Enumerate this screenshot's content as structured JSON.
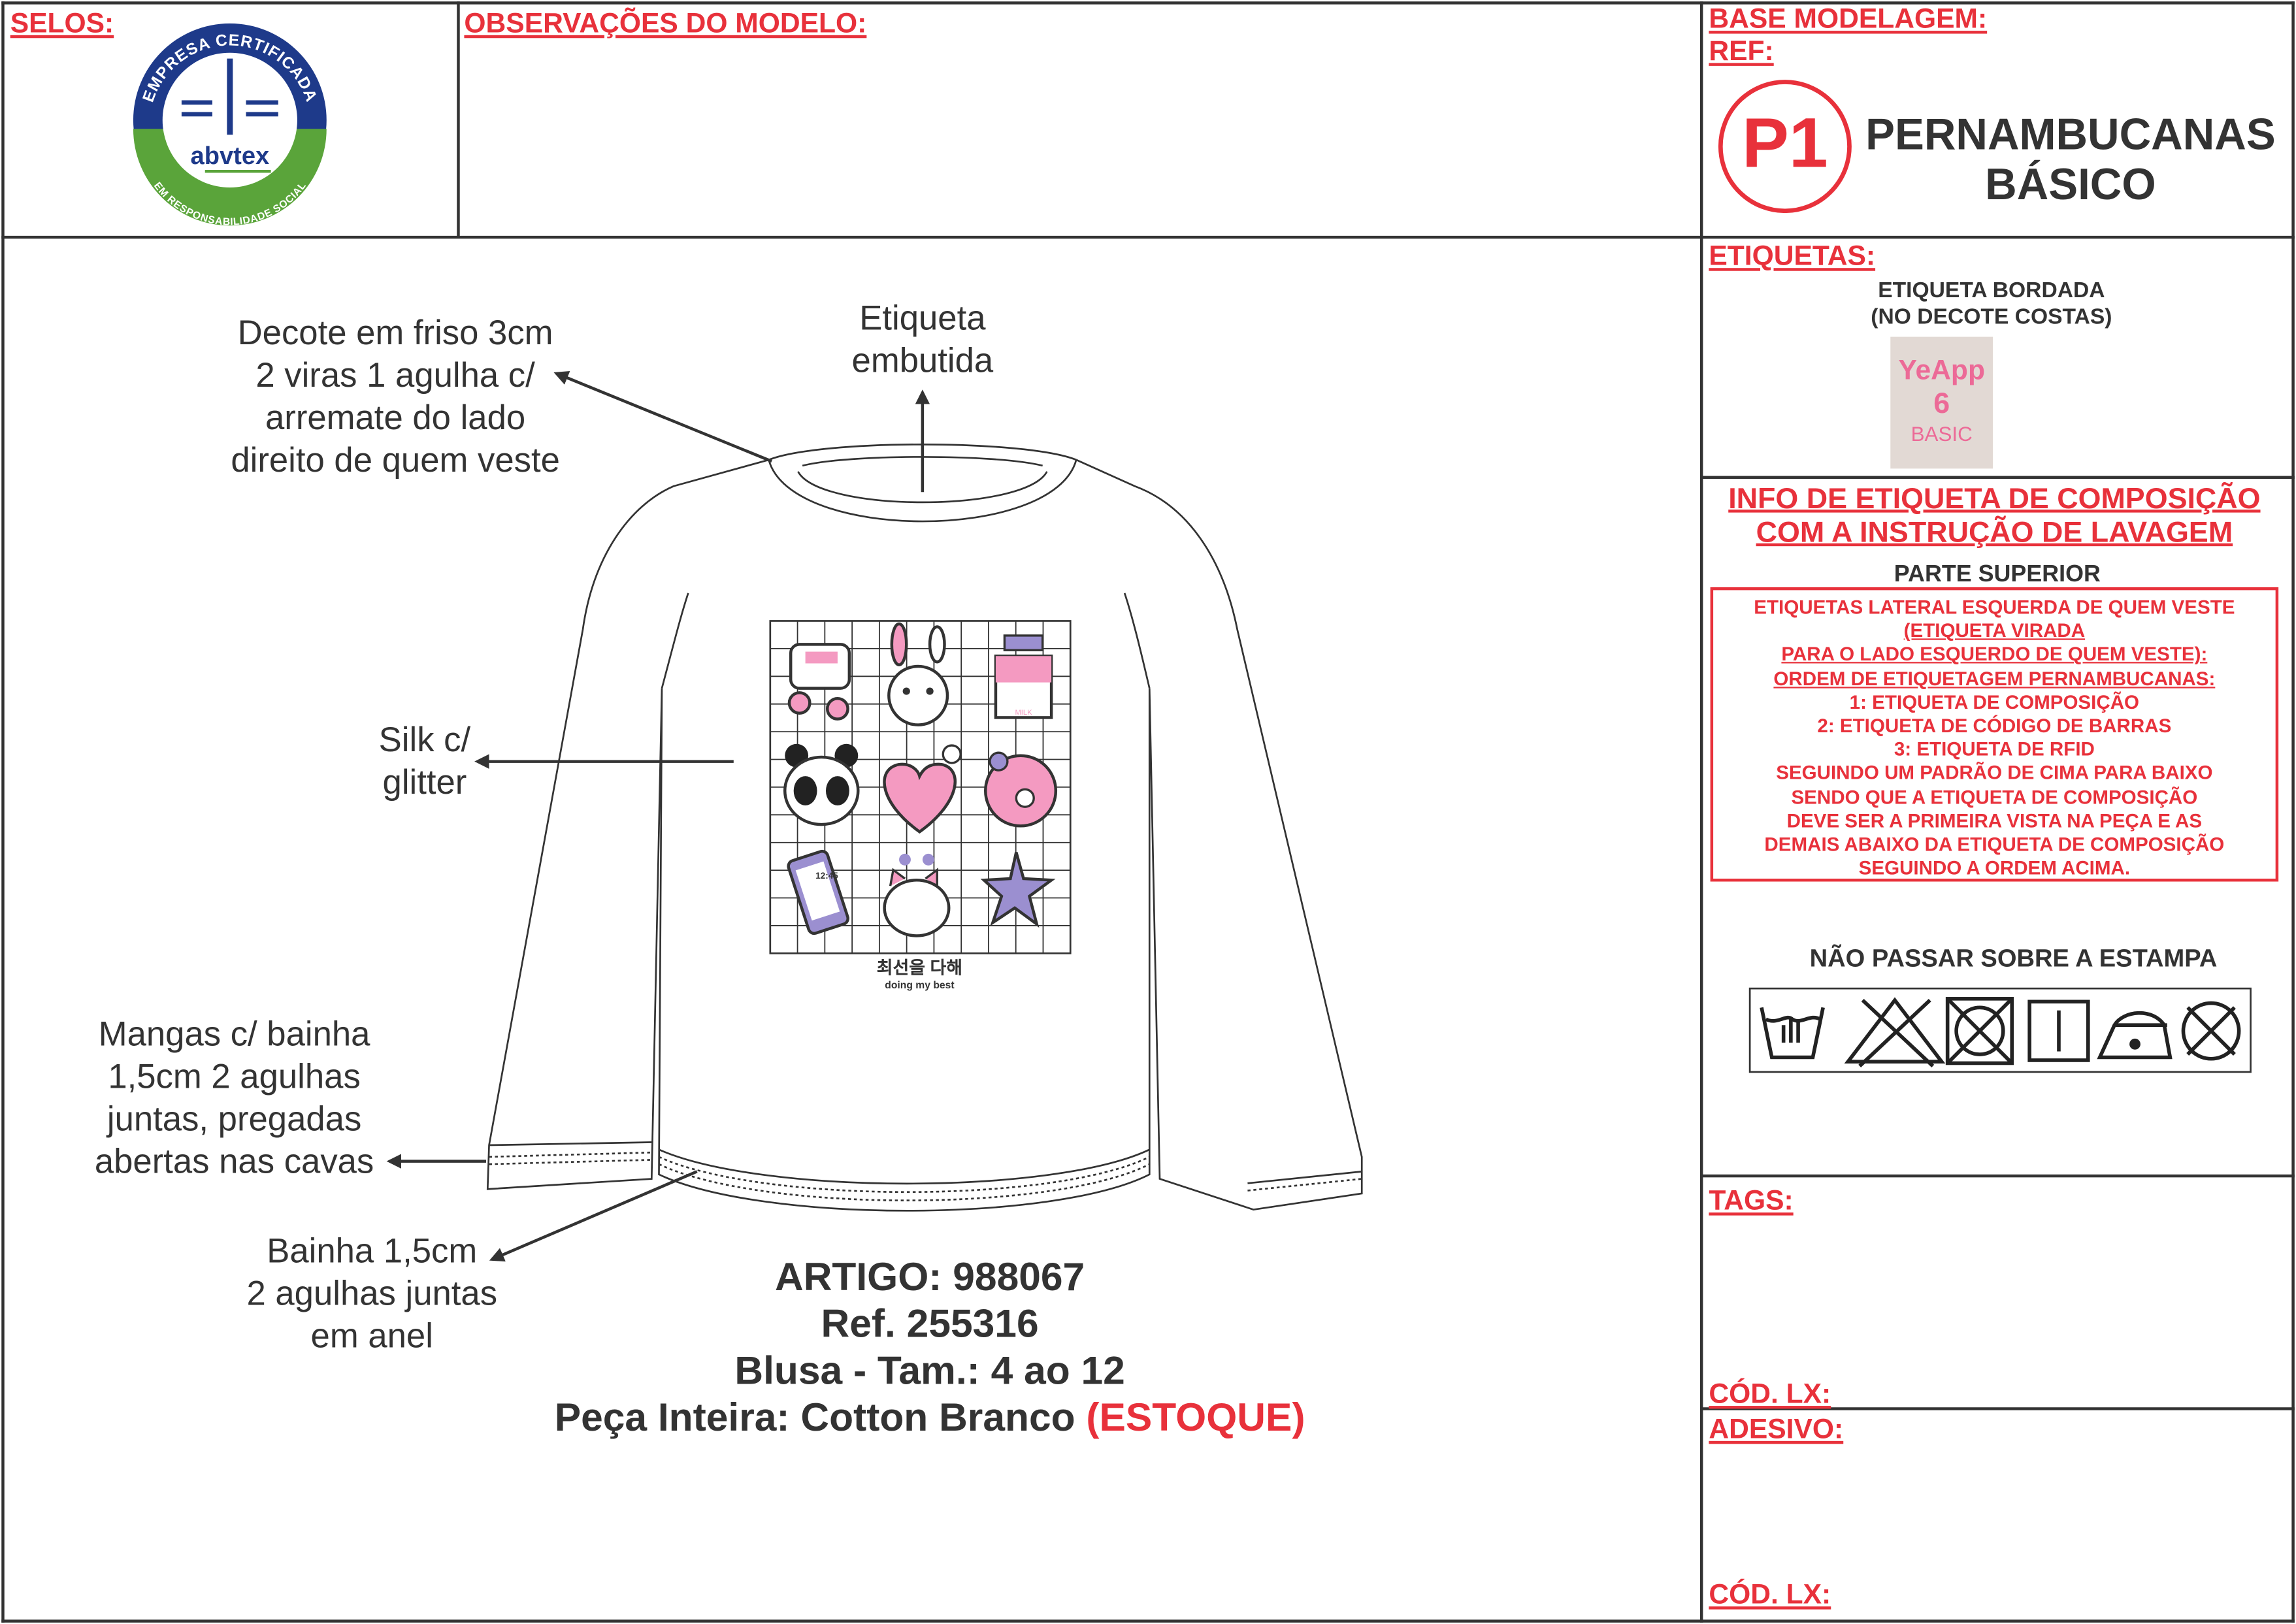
{
  "header": {
    "selos_label": "SELOS:",
    "observacoes_label": "OBSERVAÇÕES DO MODELO:",
    "base_modelagem_label": "BASE MODELAGEM:",
    "ref_label": "REF:",
    "badge": "P1",
    "brand_line1": "PERNAMBUCANAS",
    "brand_line2": "BÁSICO",
    "seal": {
      "top_text": "EMPRESA CERTIFICADA",
      "bottom_text": "EM RESPONSABILIDADE SOCIAL",
      "name": "abvtex"
    }
  },
  "callouts": {
    "decote": [
      "Decote em friso 3cm",
      "2 viras 1 agulha c/",
      "arremate do lado",
      "direito de quem veste"
    ],
    "etiqueta": [
      "Etiqueta",
      "embutida"
    ],
    "silk": [
      "Silk c/",
      "glitter"
    ],
    "mangas": [
      "Mangas c/ bainha",
      "1,5cm 2 agulhas",
      "juntas, pregadas",
      "abertas nas cavas"
    ],
    "bainha": [
      "Bainha 1,5cm",
      "2 agulhas juntas",
      "em anel"
    ]
  },
  "print": {
    "korean": "최선을 다해",
    "english": "doing my best",
    "phone_time": "12:45",
    "milk": "MILK"
  },
  "artigo": {
    "line1": "ARTIGO: 988067",
    "line2": "Ref. 255316",
    "line3": "Blusa - Tam.: 4 ao 12",
    "line4": "Peça Inteira: Cotton Branco ",
    "line4_highlight": "(ESTOQUE)"
  },
  "etiquetas": {
    "label": "ETIQUETAS:",
    "line1": "ETIQUETA BORDADA",
    "line2": "(NO DECOTE COSTAS)",
    "tag": {
      "brand": "YeApp",
      "size": "6",
      "line": "BASIC"
    }
  },
  "info": {
    "title1": "INFO DE ETIQUETA DE COMPOSIÇÃO",
    "title2": "COM A INSTRUÇÃO DE LAVAGEM",
    "subtitle": "PARTE SUPERIOR",
    "box_lines": [
      "ETIQUETAS LATERAL ESQUERDA DE QUEM VESTE",
      "(ETIQUETA VIRADA",
      "PARA O LADO ESQUERDO DE QUEM VESTE):",
      "ORDEM DE ETIQUETAGEM PERNAMBUCANAS:",
      "1: ETIQUETA DE COMPOSIÇÃO",
      "2: ETIQUETA DE CÓDIGO DE BARRAS",
      "3: ETIQUETA DE RFID",
      "SEGUINDO UM PADRÃO DE CIMA PARA BAIXO",
      "SENDO QUE A ETIQUETA DE COMPOSIÇÃO",
      "DEVE SER A PRIMEIRA VISTA NA PEÇA E AS",
      "DEMAIS ABAIXO DA ETIQUETA DE COMPOSIÇÃO",
      "SEGUINDO A ORDEM ACIMA."
    ],
    "warning": "NÃO PASSAR SOBRE A ESTAMPA",
    "care_icons": [
      "hand-wash-icon",
      "no-bleach-icon",
      "no-tumble-dry-icon",
      "line-dry-icon",
      "iron-low-icon",
      "no-dry-clean-icon"
    ]
  },
  "tags": {
    "label": "TAGS:",
    "cod_lx": "CÓD. LX:"
  },
  "adesivo": {
    "label": "ADESIVO:",
    "cod_lx": "CÓD. LX:"
  },
  "colors": {
    "red": "#e8313b",
    "text": "#333333",
    "pink": "#f49ac1",
    "purple": "#9b8fd0",
    "seal_blue": "#1e3a8a",
    "seal_green": "#5aa43a"
  }
}
